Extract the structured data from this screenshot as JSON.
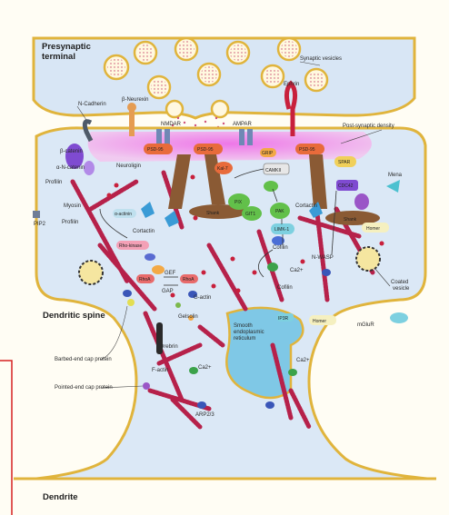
{
  "regions": {
    "presynaptic": "Presynaptic terminal",
    "spine": "Dendritic spine",
    "dendrite": "Dendrite"
  },
  "labels": {
    "synaptic_vesicles": "Synaptic vesicles",
    "n_cadherin": "N-Cadherin",
    "b_neurexin": "β-Neurexin",
    "nmdar": "NMDAR",
    "ampar": "AMPAR",
    "ephrin": "Ephrin",
    "psd": "Post-synaptic density",
    "b_catenin": "β-catenin",
    "a_n_catenin": "α-N-catenin",
    "neuroligin": "Neuroligin",
    "profilin_top": "Profilin",
    "myosin": "Myosin",
    "pip2": "PIP2",
    "profilin_left": "Profilin",
    "a_actinin": "α-actinin",
    "cortactin_left": "Cortactin",
    "rho_kinase": "Rho-kinase",
    "gef": "GEF",
    "gap": "GAP",
    "rhoa_gdp": "RhoA",
    "rhoa_gtp": "RhoA",
    "grip": "GRIP",
    "psd95_a": "PSD-95",
    "psd95_b": "PSD-95",
    "psd95_c": "PSD-95",
    "camkii": "CAMKII",
    "kalirin": "Kal-7",
    "shank_a": "Shank",
    "shank_b": "Shank",
    "pix": "PIX",
    "git1": "GIT1",
    "pak": "PAK",
    "limk": "LIMK-1",
    "cofilin_a": "Cofilin",
    "cofilin_b": "Cofilin",
    "cortactin_mid": "Cortactin",
    "cdc42": "CDC42",
    "spar": "SPAR",
    "mena": "Mena",
    "homer_a": "Homer",
    "homer_b": "Homer",
    "n_wasp": "N-WASP",
    "ca_a": "Ca2+",
    "ca_b": "Ca2+",
    "ca_c": "Ca2+",
    "coated_vesicle": "Coated vesicle",
    "g_actin": "G-actin",
    "gelsolin": "Gelsolin",
    "ser": "Smooth endoplasmic reticulum",
    "ip3r": "IP3R",
    "mglur": "mGluR",
    "drebrin": "Drebrin",
    "barbed_cap": "Barbed-end cap protein",
    "pointed_cap": "Pointed-end cap protein",
    "f_actin": "F-actin",
    "arp23": "ARP2/3"
  },
  "colors": {
    "presynaptic_fill": "#d8e6f5",
    "spine_fill": "#dbe8f6",
    "membrane": "#e0b43c",
    "psd_magenta": "#e24ad4",
    "actin": "#b6214a",
    "ser_fill": "#7fc8e6",
    "frame_red": "#d62020"
  }
}
